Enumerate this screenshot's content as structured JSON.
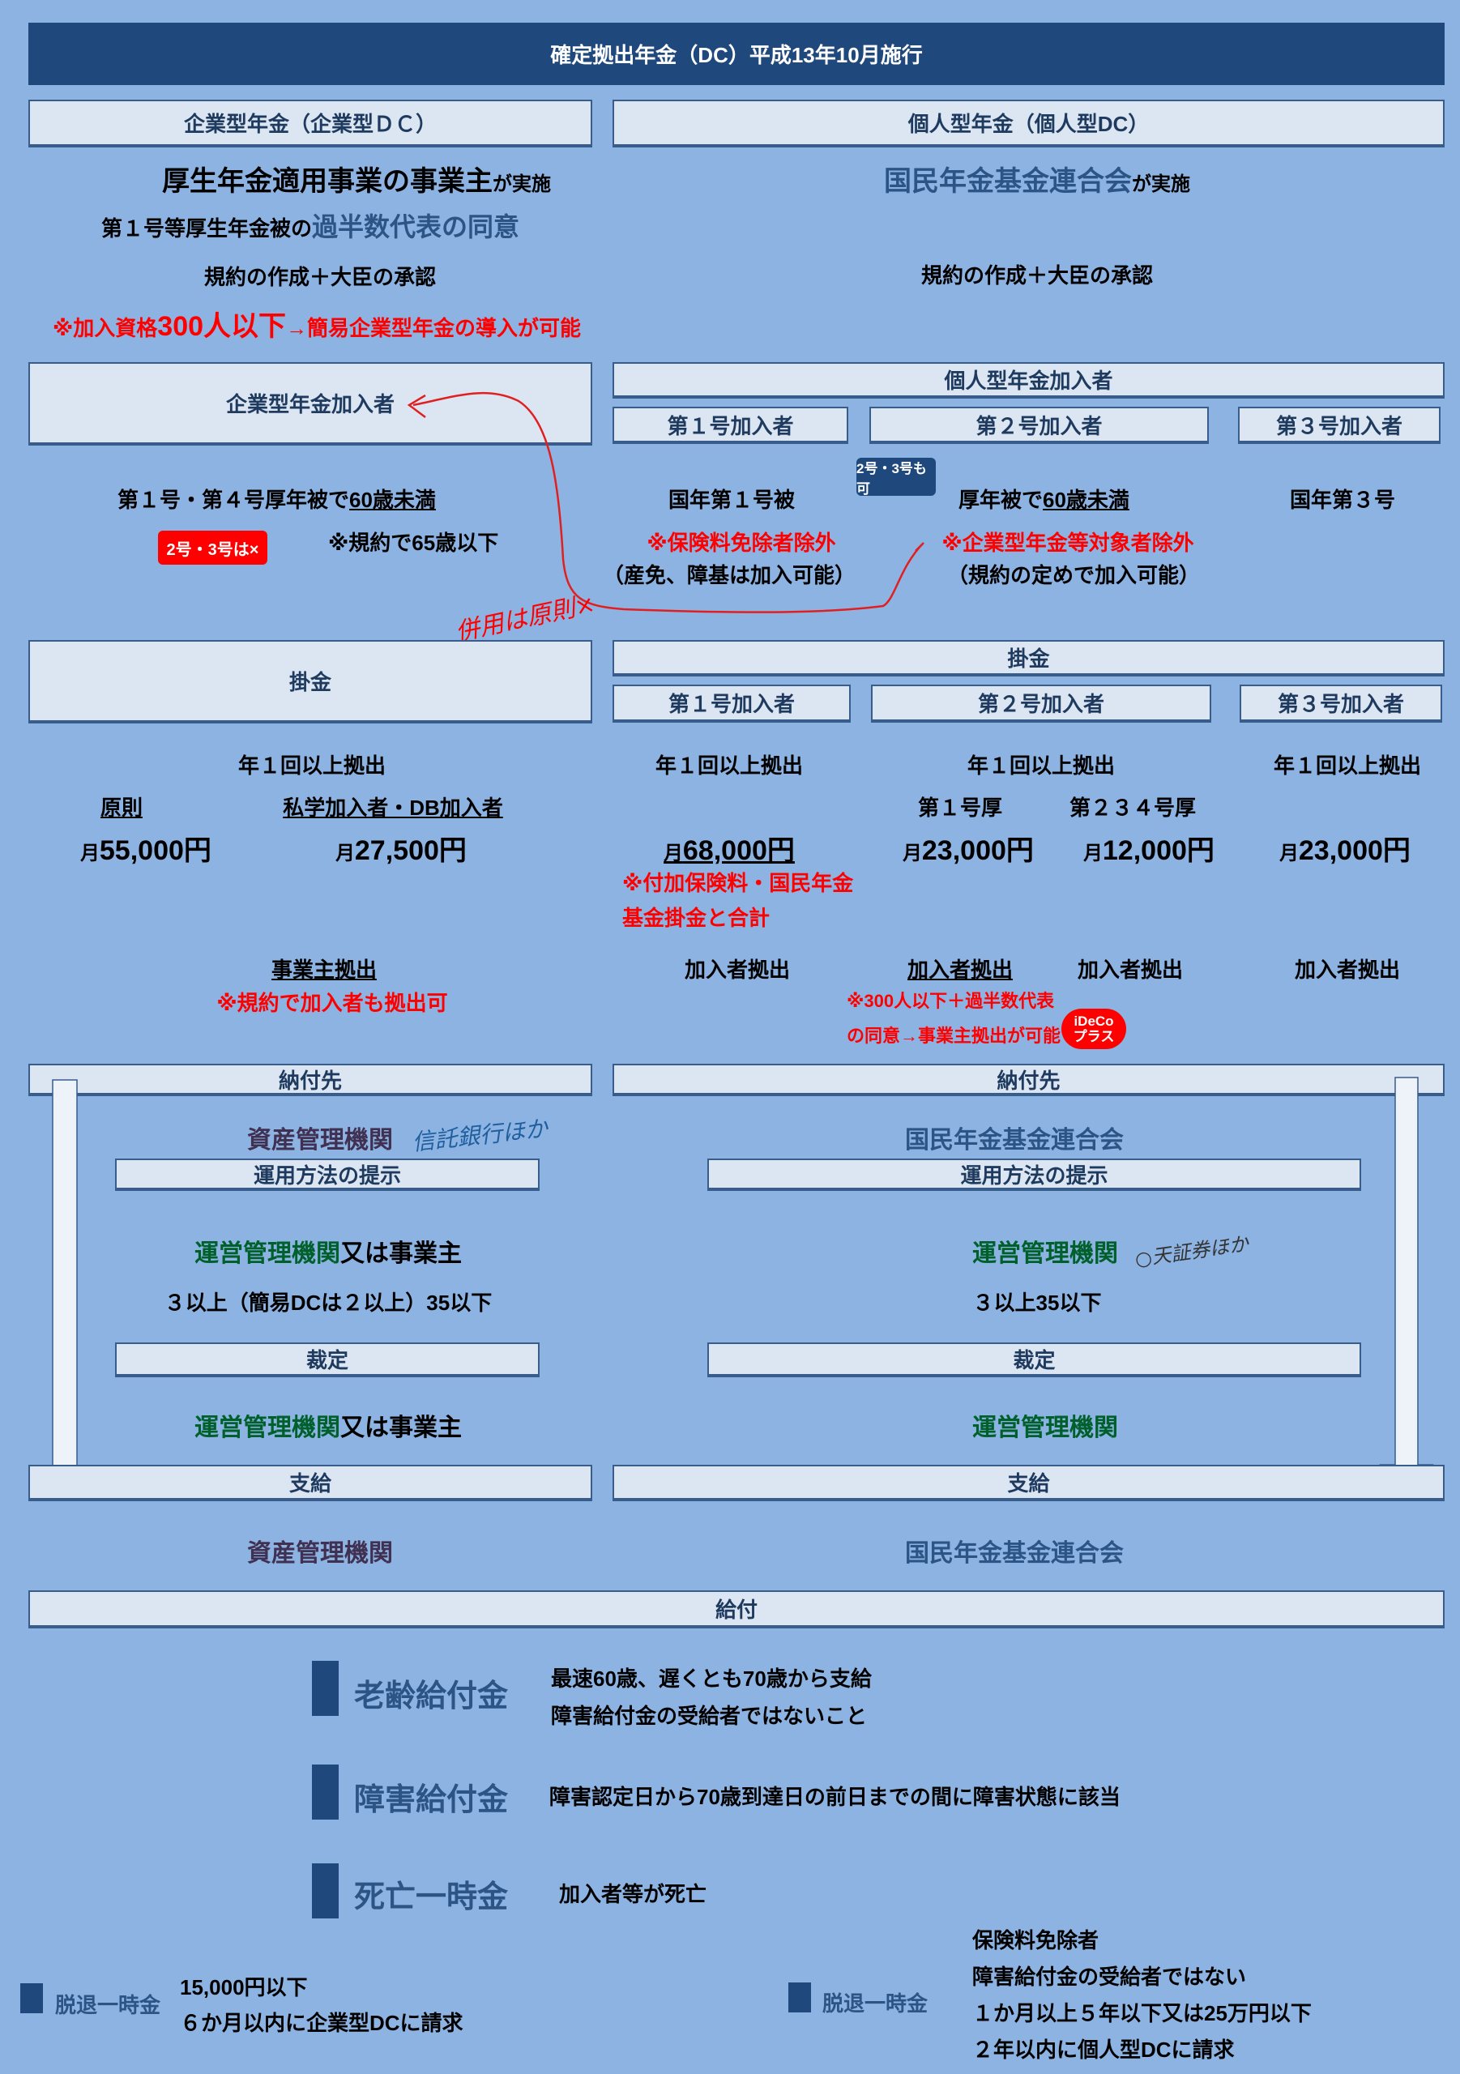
{
  "title": "確定拠出年金（DC）平成13年10月施行",
  "left": {
    "header": "企業型年金（企業型ＤＣ）",
    "implementer_main": "厚生年金適用事業の事業主",
    "implementer_suffix": "が実施",
    "consent_prefix": "第１号等厚生年金被の",
    "consent_main": "過半数代表の同意",
    "rules": "規約の作成＋大臣の承認",
    "note_a": "※加入資格",
    "note_b": "300人以下",
    "note_c": "→簡易企業型年金の導入が可能",
    "members_header": "企業型年金加入者",
    "members_desc_a": "第１号・第４号厚年被で",
    "members_desc_b": "60歳未満",
    "badge_no": "2号・3号は×",
    "members_note": "※規約で65歳以下",
    "contrib_header": "掛金",
    "contrib_freq": "年１回以上拠出",
    "principle": "原則",
    "private_db": "私学加入者・DB加入者",
    "amount_principle_unit": "月",
    "amount_principle": "55,000円",
    "amount_db_unit": "月",
    "amount_db": "27,500円",
    "payer": "事業主拠出",
    "payer_note": "※規約で加入者も拠出可",
    "pay_to_header": "納付先",
    "asset_mgr": "資産管理機関",
    "asset_mgr_hand": "信託銀行ほか",
    "investment_header": "運用方法の提示",
    "operator_green": "運営管理機関",
    "operator_black": "又は事業主",
    "count_rule": "３以上（簡易DCは２以上）35以下",
    "ruling_header": "裁定",
    "ruling_green": "運営管理機関",
    "ruling_black": "又は事業主",
    "payment_header": "支給",
    "payment_by": "資産管理機関"
  },
  "right": {
    "header": "個人型年金（個人型DC）",
    "implementer_main": "国民年金基金連合会",
    "implementer_suffix": "が実施",
    "rules": "規約の作成＋大臣の承認",
    "members_header": "個人型年金加入者",
    "cats": [
      "第１号加入者",
      "第２号加入者",
      "第３号加入者"
    ],
    "cat1_desc": "国年第１号被",
    "badge_ok": "2号・3号も可",
    "cat2_desc_a": "厚年被で",
    "cat2_desc_b": "60歳未満",
    "cat3_desc": "国年第３号",
    "cat1_note": "※保険料免除者除外",
    "cat1_note2": "（産免、障基は加入可能）",
    "cat2_note": "※企業型年金等対象者除外",
    "cat2_note2": "（規約の定めで加入可能）",
    "contrib_header": "掛金",
    "contrib_freq": "年１回以上拠出",
    "sub_1": "第１号厚",
    "sub_234": "第２３４号厚",
    "amount_1_unit": "月",
    "amount_1": "68,000円",
    "amount_2a_unit": "月",
    "amount_2a": "23,000円",
    "amount_2b_unit": "月",
    "amount_2b": "12,000円",
    "amount_3_unit": "月",
    "amount_3": "23,000円",
    "note_1a": "※付加保険料・国民年金",
    "note_1b": "基金掛金と合計",
    "payer": "加入者拠出",
    "note_2a": "※300人以下＋過半数代表",
    "note_2b": "の同意→事業主拠出が可能",
    "ideco_a": "iDeCo",
    "ideco_b": "プラス",
    "pay_to_header": "納付先",
    "pay_to": "国民年金基金連合会",
    "investment_header": "運用方法の提示",
    "operator": "運営管理機関",
    "operator_hand": "○天証券ほか",
    "count_rule": "３以上35以下",
    "ruling_header": "裁定",
    "ruling": "運営管理機関",
    "payment_header": "支給",
    "payment_by": "国民年金基金連合会"
  },
  "annotation_hand": "併用は原則×",
  "benefits": {
    "header": "給付",
    "items": [
      {
        "name": "老齢給付金",
        "lines": [
          "最速60歳、遅くとも70歳から支給",
          "障害給付金の受給者ではないこと"
        ]
      },
      {
        "name": "障害給付金",
        "lines": [
          "障害認定日から70歳到達日の前日までの間に障害状態に該当"
        ]
      },
      {
        "name": "死亡一時金",
        "lines": [
          "加入者等が死亡"
        ]
      }
    ],
    "withdraw_left": {
      "name": "脱退一時金",
      "lines": [
        "15,000円以下",
        "６か月以内に企業型DCに請求"
      ]
    },
    "withdraw_right": {
      "name": "脱退一時金",
      "lines": [
        "保険料免除者",
        "障害給付金の受給者ではない",
        "１か月以上５年以下又は25万円以下",
        "２年以内に個人型DCに請求"
      ]
    }
  },
  "colors": {
    "background": "#8db3e2",
    "header": "#1f497d",
    "box": "#dce6f2",
    "red": "#ff0000",
    "green": "#00602b"
  }
}
